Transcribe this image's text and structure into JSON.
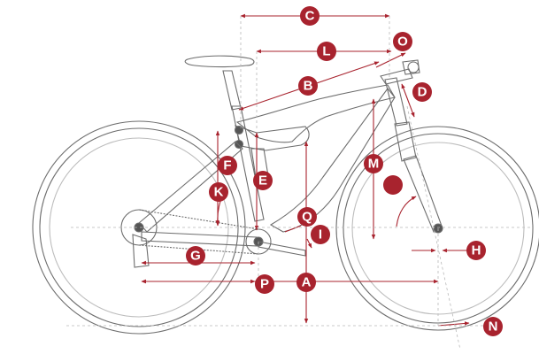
{
  "colors": {
    "frame_line": "#6d6d6d",
    "frame_light": "#bdbdbd",
    "measure_line": "#a8232e",
    "dim_fill": "#a8232e",
    "guide_line": "#b9b9b9"
  },
  "markers": {
    "A": "A",
    "B": "B",
    "C": "C",
    "D": "D",
    "E": "E",
    "F": "F",
    "G": "G",
    "H": "H",
    "I": "I",
    "K": "K",
    "L": "L",
    "M": "M",
    "N": "N",
    "O": "O",
    "P": "P",
    "Q": "Q"
  }
}
